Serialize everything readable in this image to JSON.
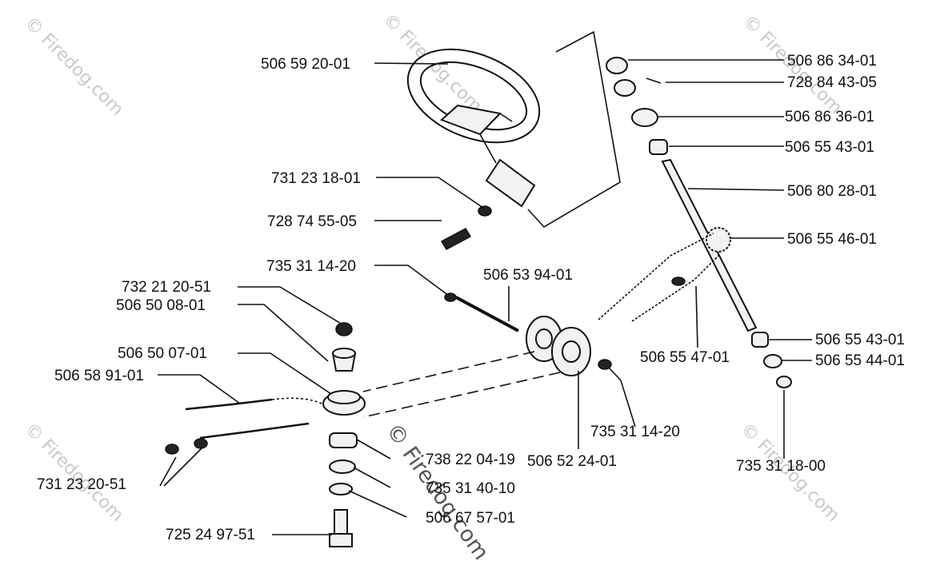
{
  "watermark": {
    "text": "© Firedog.com",
    "center_text": "© Firedog.com"
  },
  "labels": [
    {
      "id": "l-506592001",
      "text": "506 59 20-01"
    },
    {
      "id": "l-731231801",
      "text": "731 23 18-01"
    },
    {
      "id": "l-728745505",
      "text": "728 74 55-05"
    },
    {
      "id": "l-735311420a",
      "text": "735 31 14-20"
    },
    {
      "id": "l-732212051",
      "text": "732 21 20-51"
    },
    {
      "id": "l-506500801",
      "text": "506 50 08-01"
    },
    {
      "id": "l-506500701",
      "text": "506 50 07-01"
    },
    {
      "id": "l-506589101",
      "text": "506 58 91-01"
    },
    {
      "id": "l-731232051",
      "text": "731 23 20-51"
    },
    {
      "id": "l-725249751",
      "text": "725 24 97-51"
    },
    {
      "id": "l-738220419",
      "text": "738 22 04-19"
    },
    {
      "id": "l-735314010",
      "text": "735 31 40-10"
    },
    {
      "id": "l-506675701",
      "text": "506 67 57-01"
    },
    {
      "id": "l-506539401",
      "text": "506 53 94-01"
    },
    {
      "id": "l-735311420b",
      "text": "735 31 14-20"
    },
    {
      "id": "l-506522401",
      "text": "506 52 24-01"
    },
    {
      "id": "l-506555701",
      "text": "506 55 47-01"
    },
    {
      "id": "l-506863401",
      "text": "506 86 34-01"
    },
    {
      "id": "l-728844305",
      "text": "728 84 43-05"
    },
    {
      "id": "l-506863601",
      "text": "506 86 36-01"
    },
    {
      "id": "l-506554301a",
      "text": "506 55 43-01"
    },
    {
      "id": "l-506802801",
      "text": "506 80 28-01"
    },
    {
      "id": "l-506554601",
      "text": "506 55 46-01"
    },
    {
      "id": "l-506554301b",
      "text": "506 55 43-01"
    },
    {
      "id": "l-506554401",
      "text": "506 55 44-01"
    },
    {
      "id": "l-735311800",
      "text": "735 31 18-00"
    }
  ]
}
